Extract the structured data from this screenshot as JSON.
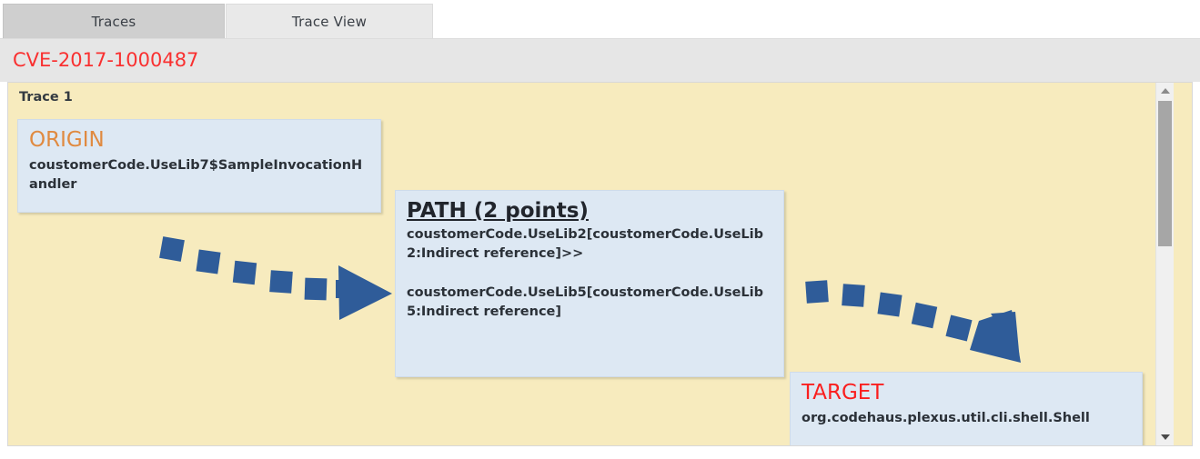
{
  "tabs": [
    {
      "label": "Traces",
      "active": false
    },
    {
      "label": "Trace View",
      "active": true
    }
  ],
  "header": {
    "cve_id": "CVE-2017-1000487",
    "cve_color": "#f93030"
  },
  "canvas": {
    "background_color": "#f7ebbe",
    "trace_label": "Trace 1"
  },
  "nodes": {
    "origin": {
      "title": "ORIGIN",
      "title_color": "#e08a40",
      "body": "coustomerCode.UseLib7$SampleInvocationHandler"
    },
    "path": {
      "title": "PATH (2 points)",
      "title_color": "#21252c",
      "lines": [
        "coustomerCode.UseLib2[coustomerCode.UseLib2:Indirect reference]>>",
        "coustomerCode.UseLib5[coustomerCode.UseLib5:Indirect reference]"
      ]
    },
    "target": {
      "title": "TARGET",
      "title_color": "#fa1f1f",
      "body": "org.codehaus.plexus.util.cli.shell.Shell"
    }
  },
  "arrows": {
    "color": "#2f5c99",
    "origin_to_path": "dashed-arrow-right-down",
    "path_to_target": "dashed-arrow-right-down"
  },
  "scrollbar": {
    "thumb_color": "#a6a6a6",
    "track_color": "#f0f0f0",
    "up_label": "scroll-up",
    "down_label": "scroll-down"
  }
}
